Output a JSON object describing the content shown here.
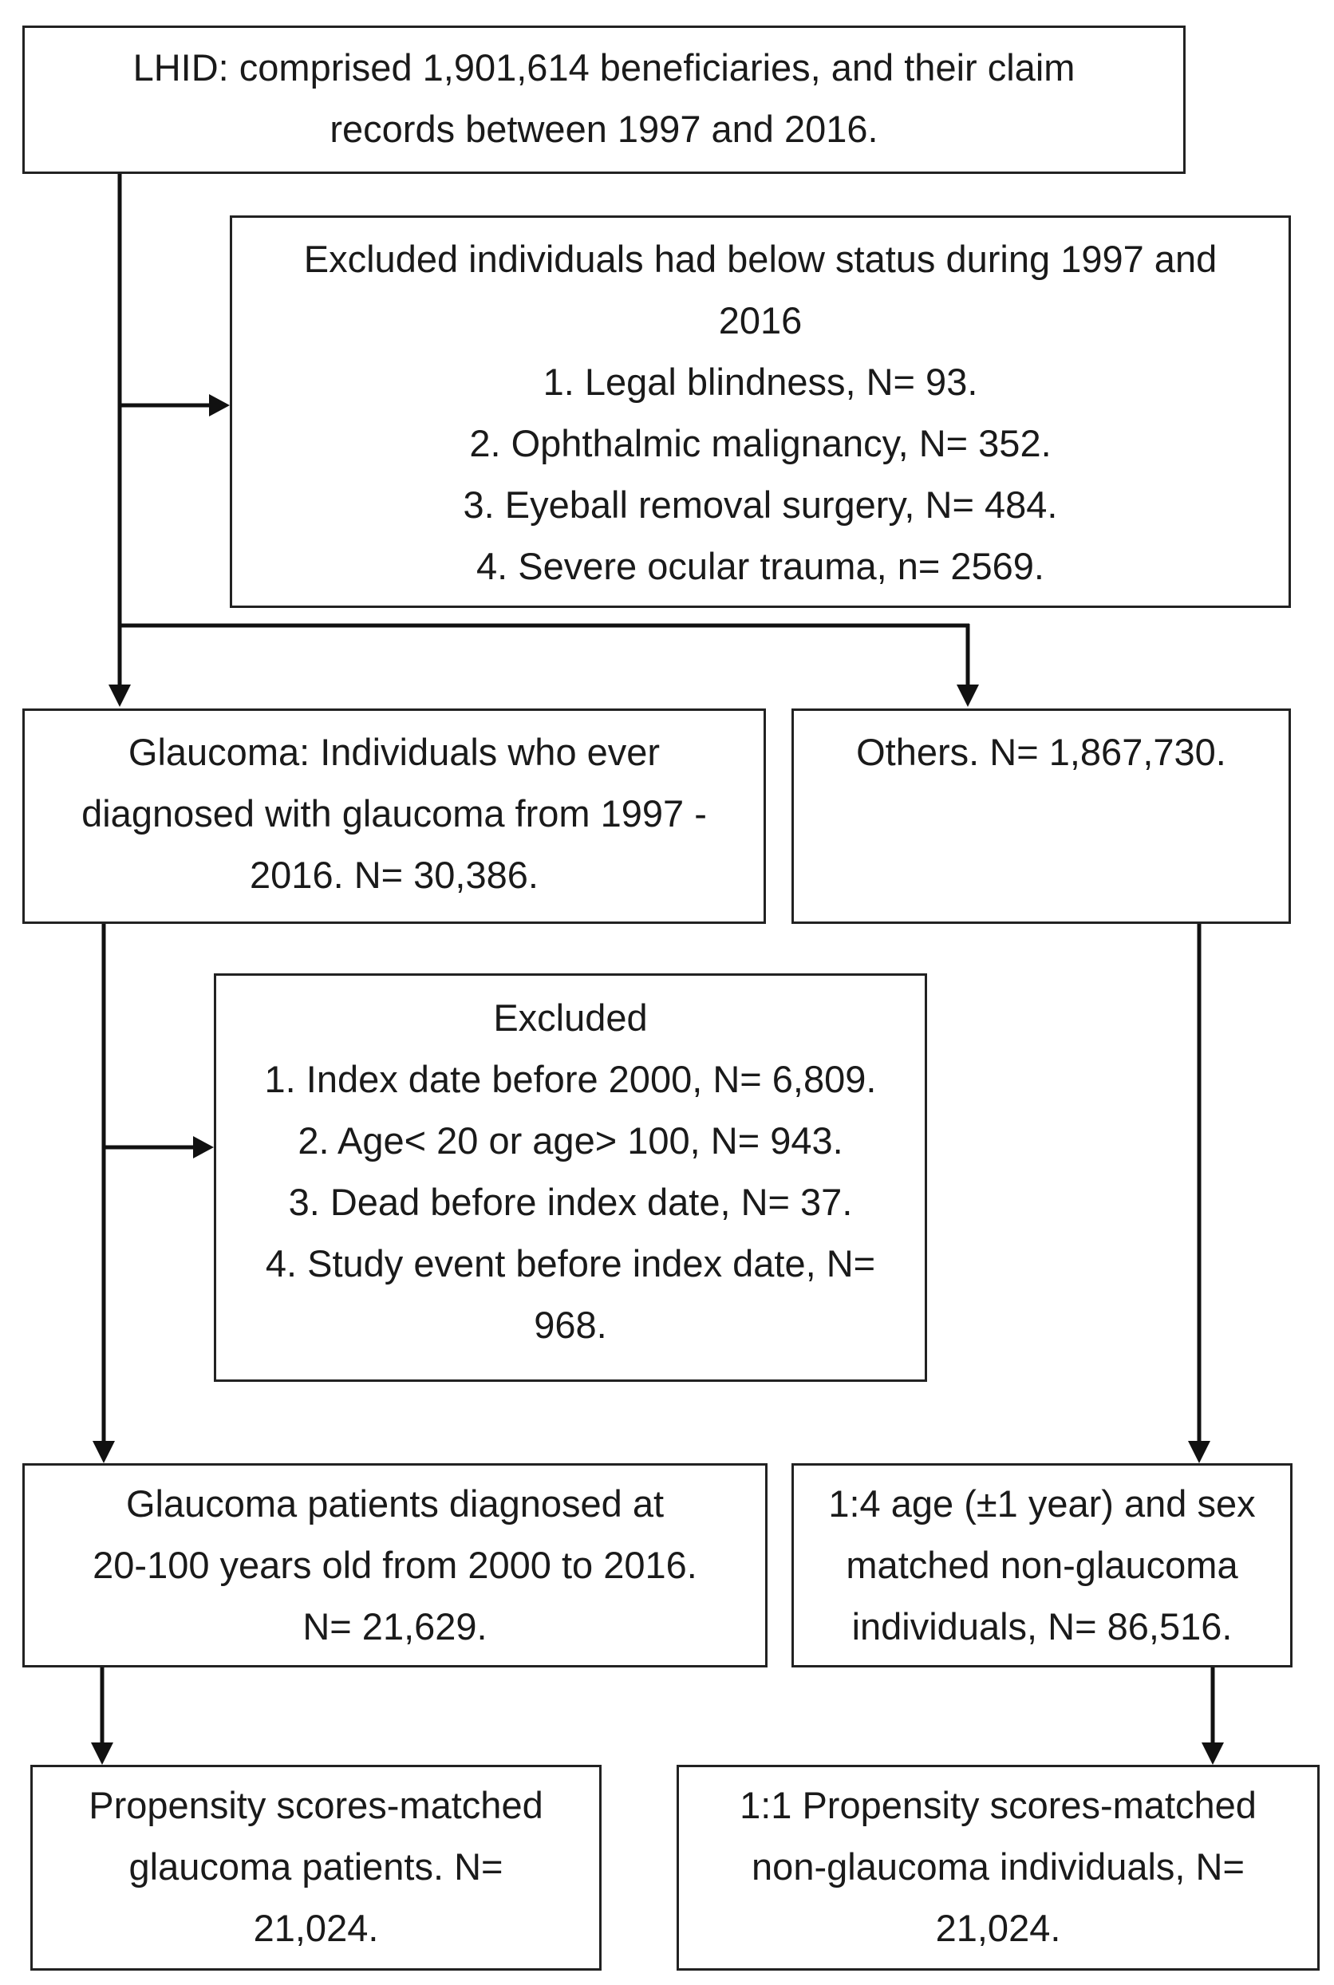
{
  "boxes": {
    "source": {
      "lines": [
        "LHID: comprised 1,901,614 beneficiaries, and their claim",
        "records between 1997 and 2016."
      ]
    },
    "exclusion1": {
      "lines": [
        "Excluded individuals had below status during 1997 and",
        "2016",
        "1. Legal blindness, N= 93.",
        "2. Ophthalmic malignancy, N= 352.",
        "3. Eyeball removal surgery, N= 484.",
        "4. Severe ocular trauma, n= 2569."
      ]
    },
    "glaucoma": {
      "lines": [
        "Glaucoma: Individuals who ever",
        "diagnosed with glaucoma from 1997 -",
        "2016. N= 30,386."
      ]
    },
    "others": {
      "lines": [
        "Others. N= 1,867,730."
      ]
    },
    "exclusion2": {
      "lines": [
        "Excluded",
        "1. Index date before 2000, N= 6,809.",
        "2. Age< 20 or age> 100, N= 943.",
        "3. Dead before index date, N= 37.",
        "4. Study event before index date, N=",
        "968."
      ]
    },
    "glaucoma_patients": {
      "lines": [
        "Glaucoma patients diagnosed at",
        "20-100 years old from 2000 to 2016.",
        "N= 21,629."
      ]
    },
    "matched_controls": {
      "lines": [
        "1:4 age (±1 year) and sex",
        "matched non-glaucoma",
        "individuals, N= 86,516."
      ]
    },
    "ps_glaucoma": {
      "lines": [
        "Propensity scores-matched",
        "glaucoma patients. N=",
        "21,024."
      ]
    },
    "ps_controls": {
      "lines": [
        "1:1 Propensity scores-matched",
        "non-glaucoma individuals, N=",
        "21,024."
      ]
    }
  }
}
